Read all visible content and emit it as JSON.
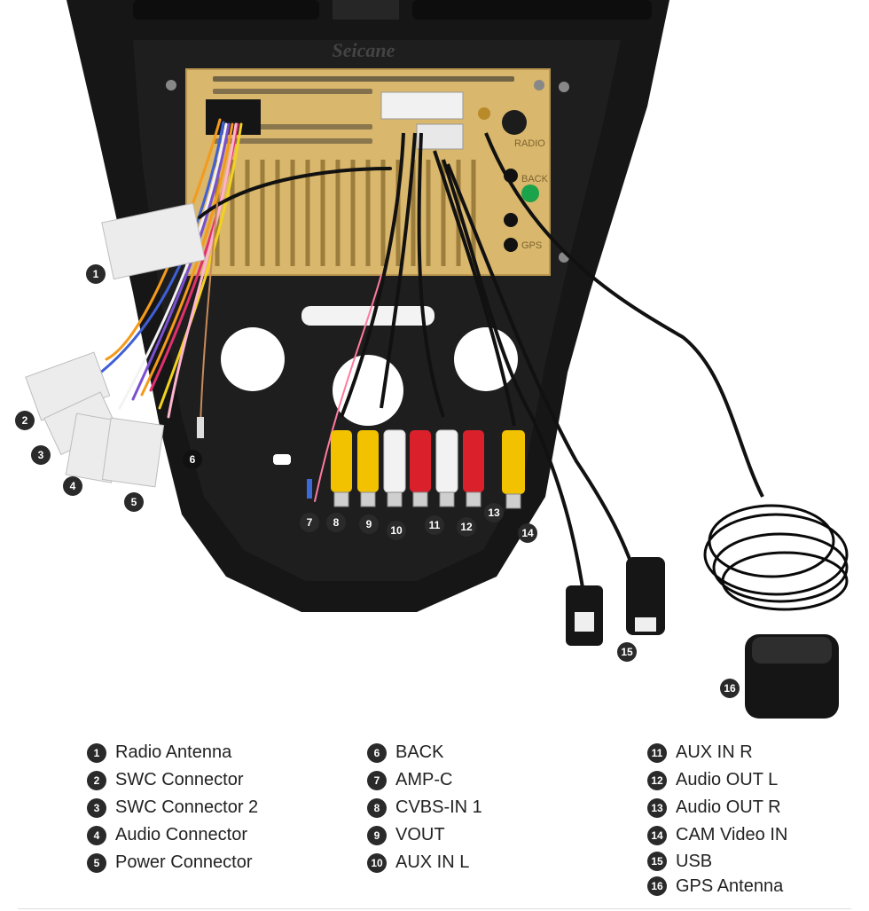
{
  "brand": "Seicane",
  "panel_labels": {
    "radio": "RADIO",
    "back": "BACK",
    "gps": "GPS"
  },
  "callouts": [
    {
      "id": "1",
      "label": "1"
    },
    {
      "id": "2",
      "label": "2"
    },
    {
      "id": "3",
      "label": "3"
    },
    {
      "id": "4",
      "label": "4"
    },
    {
      "id": "5",
      "label": "5"
    },
    {
      "id": "6",
      "label": "6"
    },
    {
      "id": "7",
      "label": "7"
    },
    {
      "id": "8",
      "label": "8"
    },
    {
      "id": "9",
      "label": "9"
    },
    {
      "id": "10",
      "label": "10"
    },
    {
      "id": "11",
      "label": "11"
    },
    {
      "id": "12",
      "label": "12"
    },
    {
      "id": "13",
      "label": "13"
    },
    {
      "id": "14",
      "label": "14"
    },
    {
      "id": "15",
      "label": "15"
    },
    {
      "id": "16",
      "label": "16"
    }
  ],
  "legend": {
    "col1": [
      {
        "num": "1",
        "text": "Radio Antenna"
      },
      {
        "num": "2",
        "text": "SWC Connector"
      },
      {
        "num": "3",
        "text": "SWC Connector 2"
      },
      {
        "num": "4",
        "text": "Audio Connector"
      },
      {
        "num": "5",
        "text": "Power Connector"
      }
    ],
    "col2": [
      {
        "num": "6",
        "text": "BACK"
      },
      {
        "num": "7",
        "text": "AMP-C"
      },
      {
        "num": "8",
        "text": "CVBS-IN 1"
      },
      {
        "num": "9",
        "text": "VOUT"
      },
      {
        "num": "10",
        "text": "AUX IN L"
      }
    ],
    "col3": [
      {
        "num": "11",
        "text": "AUX IN R"
      },
      {
        "num": "12",
        "text": "Audio OUT L"
      },
      {
        "num": "13",
        "text": "Audio OUT R"
      },
      {
        "num": "14",
        "text": "CAM Video IN"
      },
      {
        "num": "15",
        "text": "USB"
      },
      {
        "num": "16",
        "text": "GPS Antenna"
      }
    ]
  },
  "colors": {
    "bezel": "#161616",
    "chassis": "#d9b76c",
    "rca_yellow": "#f2c200",
    "rca_red": "#d9202b",
    "rca_white": "#f2f2f2",
    "cable": "#111111"
  }
}
